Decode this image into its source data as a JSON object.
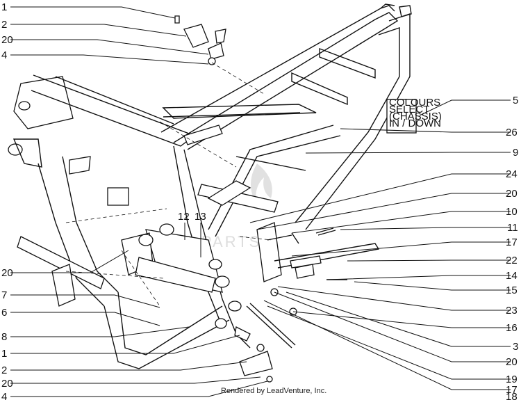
{
  "callouts_left": [
    "1",
    "2",
    "20",
    "4",
    "20",
    "7",
    "6",
    "8",
    "1",
    "2",
    "20",
    "4"
  ],
  "callouts_right": [
    "5",
    "26",
    "9",
    "24",
    "20",
    "10",
    "11",
    "17",
    "22",
    "14",
    "15",
    "23",
    "16",
    "3",
    "20",
    "19",
    "17",
    "18"
  ],
  "callouts_top": [
    "12",
    "13"
  ],
  "label": {
    "text": [
      "COLOURS",
      "SELECT",
      "(CHASSIS)",
      "IN / DOWN"
    ]
  },
  "credit": "Rendered by LeadVenture, Inc."
}
